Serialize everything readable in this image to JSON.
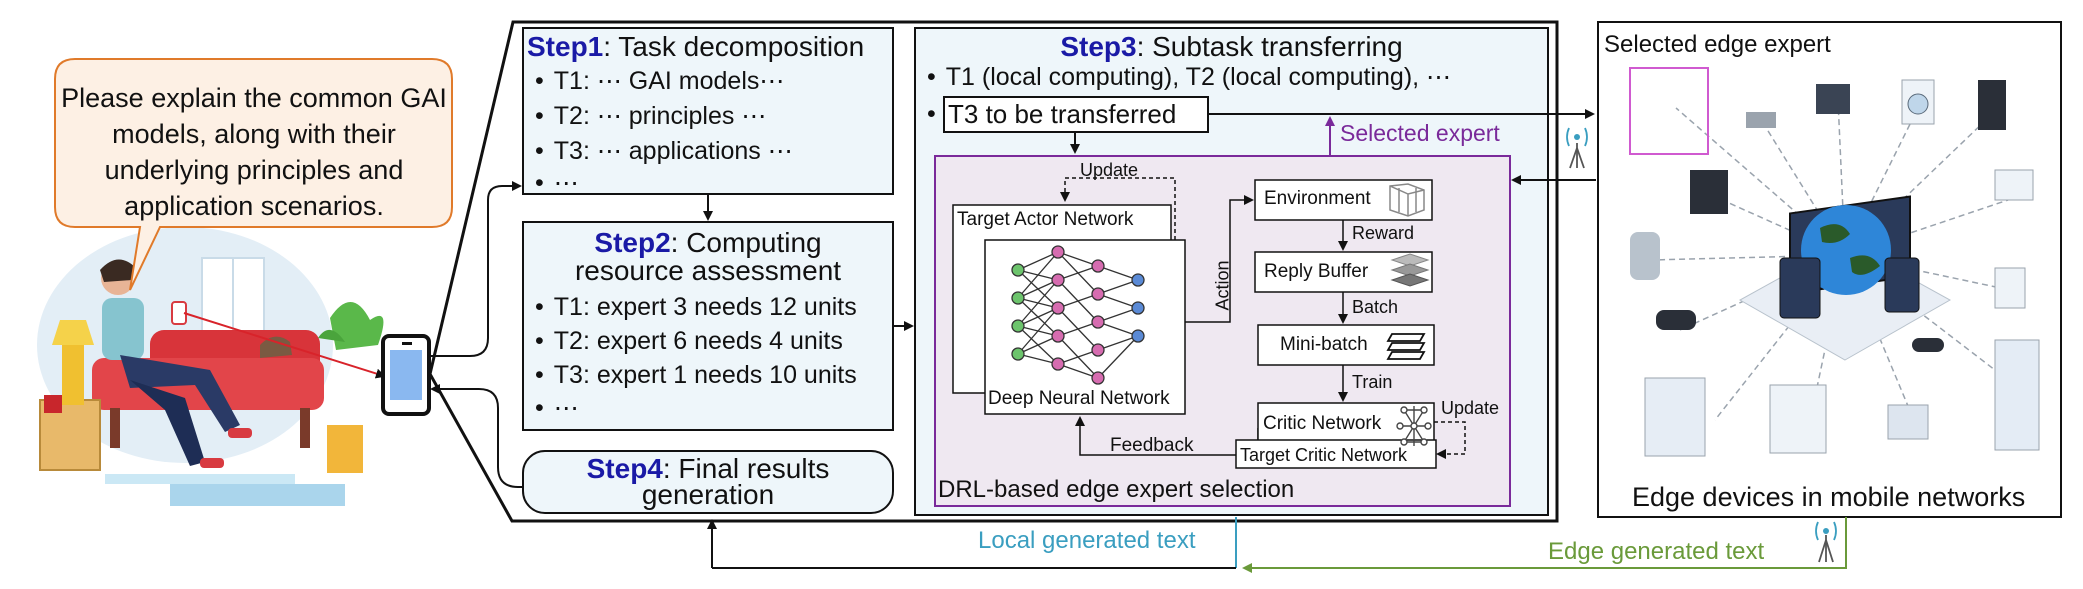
{
  "query": "Please explain the common GAI models, along with their underlying principles and application scenarios.",
  "step1": {
    "label": "Step1",
    "title": ": Task decomposition",
    "items": [
      "T1: ⋯ GAI models⋯",
      "T2: ⋯ principles ⋯",
      "T3: ⋯ applications ⋯",
      "⋯"
    ]
  },
  "step2": {
    "label": "Step2",
    "title_line1": ": Computing",
    "title_line2": "resource assessment",
    "items": [
      "T1: expert 3 needs 12 units",
      "T2: expert 6 needs 4 units",
      "T3: expert 1 needs 10 units",
      "⋯"
    ]
  },
  "step3": {
    "label": "Step3",
    "title": ": Subtask transferring",
    "line1": "T1 (local computing), T2 (local computing), ⋯",
    "t3": "T3 to be transferred",
    "selected_expert": "Selected expert"
  },
  "step4": {
    "label": "Step4",
    "title_line1": ": Final results",
    "title_line2": "generation"
  },
  "drl": {
    "title": "DRL-based edge expert selection",
    "target_actor": "Target Actor Network",
    "dnn": "Deep Neural Network",
    "update_top": "Update",
    "action": "Action",
    "environment": "Environment",
    "reward": "Reward",
    "reply_buffer": "Reply Buffer",
    "batch": "Batch",
    "mini_batch": "Mini-batch",
    "train": "Train",
    "critic": "Critic Network",
    "target_critic": "Target Critic Network",
    "update_right": "Update",
    "feedback": "Feedback"
  },
  "edge": {
    "selected_label": "Selected edge expert",
    "caption": "Edge devices in mobile networks"
  },
  "bottom": {
    "local_text": "Local generated text",
    "edge_text": "Edge generated text"
  },
  "colors": {
    "step_blue": "#1a1aa6",
    "purple": "#7a2a9a",
    "local_teal": "#3a9ec0",
    "edge_green": "#6a9a3a",
    "panel_fill": "#eef6fa"
  }
}
